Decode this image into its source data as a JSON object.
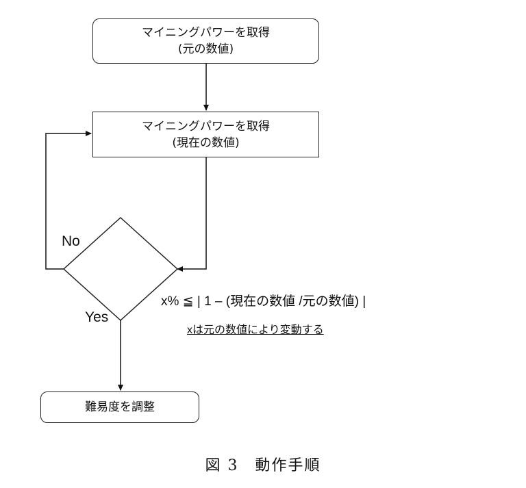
{
  "nodes": {
    "start": {
      "line1": "マイニングパワーを取得",
      "line2": "(元の数値)"
    },
    "fetch": {
      "line1": "マイニングパワーを取得",
      "line2": "(現在の数値)"
    },
    "adjust": {
      "label": "難易度を調整"
    }
  },
  "decision": {
    "condition": "x% ≦ | 1 – (現在の数値 /元の数値) |",
    "note": "xは元の数値により変動する",
    "no_label": "No",
    "yes_label": "Yes"
  },
  "caption": "図 3　動作手順"
}
